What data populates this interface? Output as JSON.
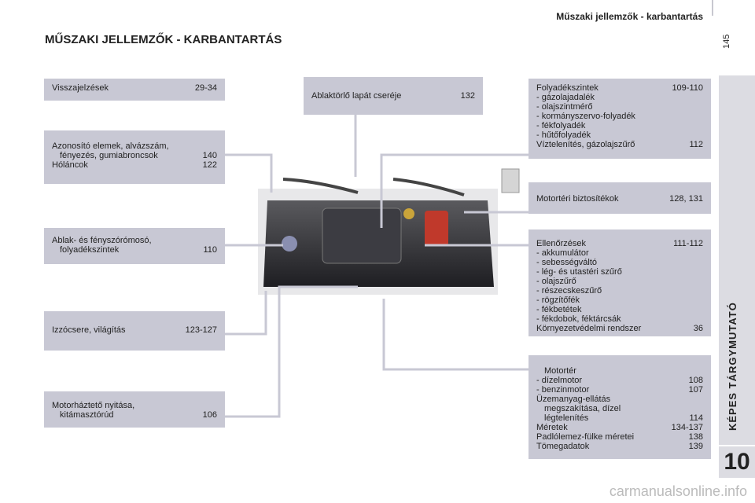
{
  "header": {
    "section": "Műszaki jellemzők - karbantartás",
    "page_number": "145"
  },
  "title": "MŰSZAKI JELLEMZŐK - KARBANTARTÁS",
  "sidebar": {
    "label": "KÉPES TÁRGYMUTATÓ",
    "chapter": "10"
  },
  "boxes": {
    "b1": {
      "label": "Visszajelzések",
      "page": "29-34"
    },
    "b2": {
      "l1": "Azonosító elemek, alvázszám,",
      "l2": "fényezés, gumiabroncsok",
      "p2": "140",
      "l3": "Hóláncok",
      "p3": "122"
    },
    "b3": {
      "l1": "Ablak- és fényszórómosó,",
      "l2": "folyadékszintek",
      "p2": "110"
    },
    "b4": {
      "label": "Izzócsere, világítás",
      "page": "123-127"
    },
    "b5": {
      "l1": "Motorháztető nyitása,",
      "l2": "kitámasztórúd",
      "p2": "106"
    },
    "b6": {
      "label": "Ablaktörlő lapát cseréje",
      "page": "132"
    },
    "b7": {
      "l1": "Folyadékszintek",
      "p1": "109-110",
      "items": [
        "-  gázolajadalék",
        "-  olajszintmérő",
        "-  kormányszervo-folyadék",
        "-  fékfolyadék",
        "-  hűtőfolyadék"
      ],
      "l2": "Víztelenítés, gázolajszűrő",
      "p2": "112"
    },
    "b8": {
      "label": "Motortéri biztosítékok",
      "page": "128, 131"
    },
    "b9": {
      "l1": "Ellenőrzések",
      "p1": "111-112",
      "items": [
        "-  akkumulátor",
        "-  sebességváltó",
        "-  lég- és utastéri szűrő",
        "-  olajszűrő",
        "-  részecskeszűrő",
        "-  rögzítőfék",
        "-  fékbetétek",
        "-  fékdobok, féktárcsák"
      ],
      "l2": "Környezetvédelmi rendszer",
      "p2": "36"
    },
    "b10": {
      "l1": "Motortér",
      "r1": "-  dízelmotor",
      "p1": "108",
      "r2": "-  benzinmotor",
      "p2": "107",
      "l3": "Üzemanyag-ellátás",
      "l4": "megszakítása, dízel",
      "l5": "légtelenítés",
      "p5": "114",
      "l6": "Méretek",
      "p6": "134-137",
      "l7": "Padlólemez-fülke méretei",
      "p7": "138",
      "l8": "Tömegadatok",
      "p8": "139"
    }
  },
  "watermark": "carmanualsonline.info"
}
